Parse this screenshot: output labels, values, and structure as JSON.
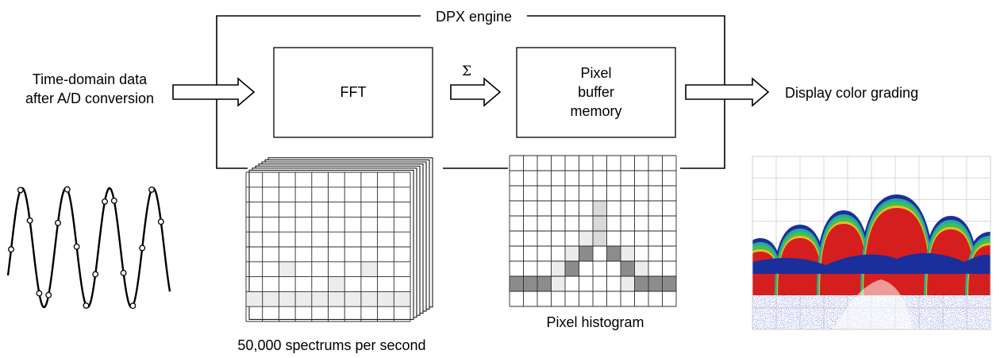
{
  "engine_label": "DPX engine",
  "input_label": [
    "Time-domain data",
    "after A/D conversion"
  ],
  "fft_label": "FFT",
  "sum_symbol": "Σ",
  "pixel_buffer_label": [
    "Pixel",
    "buffer",
    "memory"
  ],
  "output_label": "Display color grading",
  "spectrums_caption": "50,000 spectrums per second",
  "histogram_caption": "Pixel histogram",
  "colors": {
    "line": "#000000",
    "grid": "#2a2a2a",
    "light_cell": "#ececec",
    "mid_cell": "#d9d9d9",
    "dark_cell": "#8c8c8c",
    "display_red": "#d51f1f",
    "display_green": "#3fbf5a",
    "display_blue": "#1a2f9c",
    "display_grid": "#d8d8d8"
  },
  "icons": {
    "arrow": "hollow-right-arrow",
    "sine": "sampled-sine-wave",
    "stack": "spectrum-stack",
    "histogram": "pixel-histogram-grid",
    "display": "dpx-color-display"
  }
}
